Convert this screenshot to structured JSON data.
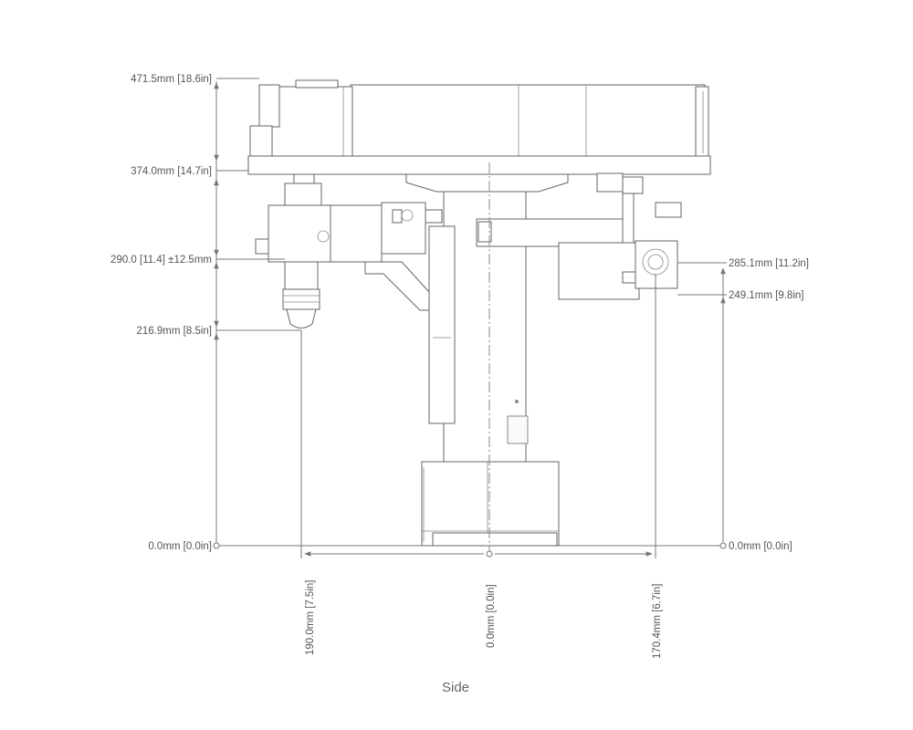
{
  "left_dimensions": {
    "top": "471.5mm [18.6in]",
    "flange": "374.0mm [14.7in]",
    "tool_center": "290.0 [11.4] ±12.5mm",
    "lens_tip": "216.9mm [8.5in]",
    "zero": "0.0mm [0.0in]"
  },
  "right_dimensions": {
    "motor_top": "285.1mm [11.2in]",
    "motor_bottom": "249.1mm [9.8in]",
    "zero": "0.0mm [0.0in]"
  },
  "bottom_dimensions": {
    "left": "190.0mm [7.5in]",
    "center": "0.0mm [0.0in]",
    "right": "170.4mm [6.7in]"
  },
  "caption": "Side"
}
